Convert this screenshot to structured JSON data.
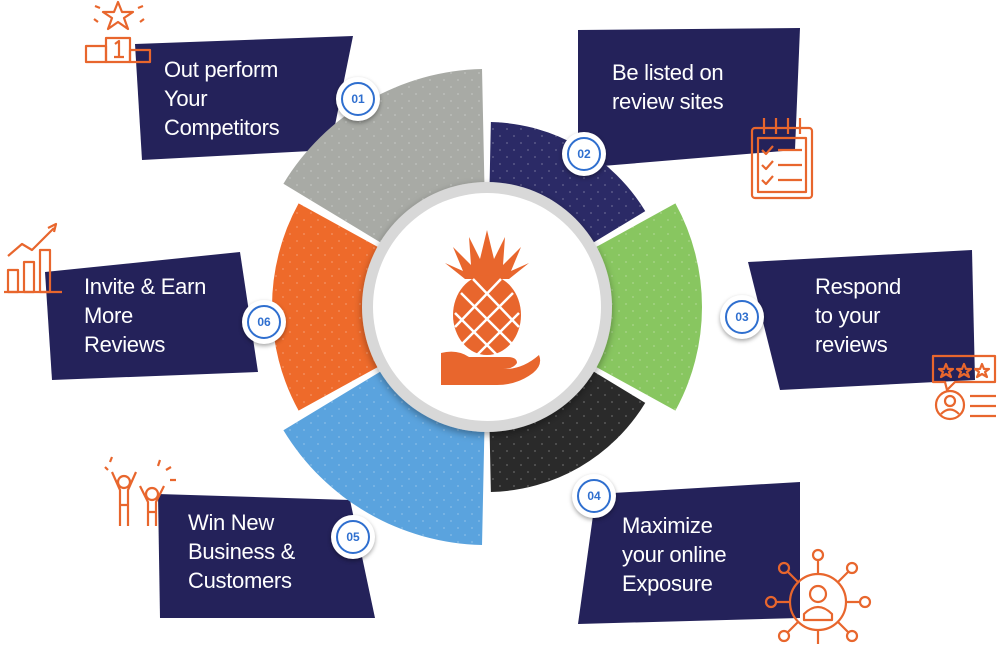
{
  "center": {
    "logo_icon": "pineapple-hand-icon"
  },
  "colors": {
    "navy": "#24225a",
    "accent_orange": "#e8662d",
    "badge_blue": "#2f6fcf",
    "segments": [
      "#a8aaa5",
      "#2b2a66",
      "#88c660",
      "#2a2a2a",
      "#5aa3de",
      "#ee6a2a"
    ]
  },
  "items": [
    {
      "number": "01",
      "lines": [
        "Out perform",
        "Your",
        "Competitors"
      ],
      "icon": "podium-star-icon"
    },
    {
      "number": "02",
      "lines": [
        "Be listed on",
        "review sites"
      ],
      "icon": "checklist-clipboard-icon"
    },
    {
      "number": "03",
      "lines": [
        "Respond",
        "to your",
        "reviews"
      ],
      "icon": "rating-review-icon"
    },
    {
      "number": "04",
      "lines": [
        "Maximize",
        "your online",
        "Exposure"
      ],
      "icon": "network-user-icon"
    },
    {
      "number": "05",
      "lines": [
        "Win New",
        "Business &",
        "Customers"
      ],
      "icon": "celebrating-people-icon"
    },
    {
      "number": "06",
      "lines": [
        "Invite & Earn",
        "More",
        "Reviews"
      ],
      "icon": "growth-chart-icon"
    }
  ]
}
